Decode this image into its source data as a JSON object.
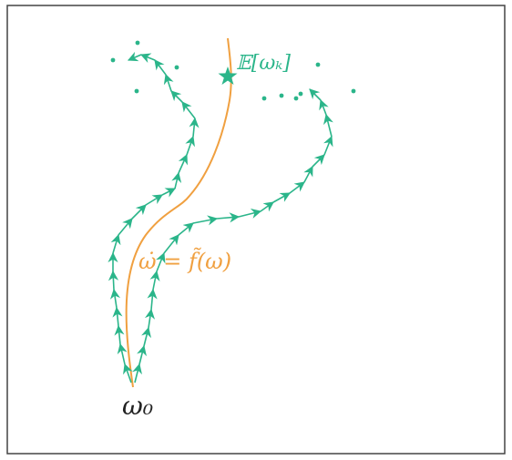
{
  "diagram": {
    "labels": {
      "start": "ω₀",
      "expectation": "𝔼[ωₖ]",
      "ode": "ω̇ = f̃(ω)"
    },
    "colors": {
      "trajectory": "#2bb58a",
      "ode_curve": "#f0a040",
      "frame": "#444444",
      "text": "#222222"
    }
  }
}
